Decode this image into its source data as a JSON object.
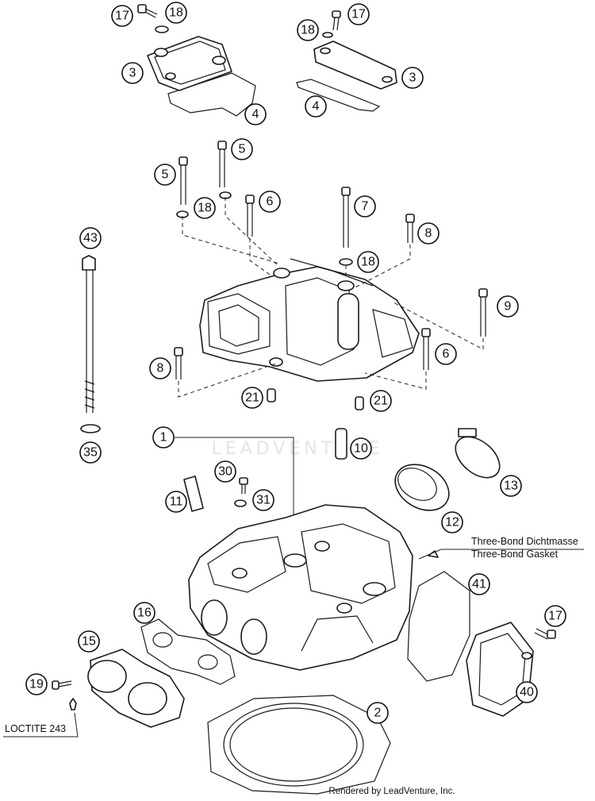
{
  "watermark": "LEADVENTURE",
  "credit": "Rendered by LeadVenture, Inc.",
  "notes": {
    "three_bond_de": "Three-Bond Dichtmasse",
    "three_bond_en": "Three-Bond Gasket",
    "loctite": "LOCTITE 243"
  },
  "callouts": {
    "c17a": "17",
    "c18a": "18",
    "c3a": "3",
    "c4a": "4",
    "c18b": "18",
    "c17b": "17",
    "c3b": "3",
    "c4b": "4",
    "c5a": "5",
    "c5b": "5",
    "c18c": "18",
    "c6a": "6",
    "c7": "7",
    "c8a": "8",
    "c18d": "18",
    "c43": "43",
    "c9": "9",
    "c6b": "6",
    "c8b": "8",
    "c21a": "21",
    "c21b": "21",
    "c1": "1",
    "c10": "10",
    "c35": "35",
    "c30": "30",
    "c31": "31",
    "c11": "11",
    "c12": "12",
    "c13": "13",
    "c41": "41",
    "c16": "16",
    "c15": "15",
    "c17c": "17",
    "c19": "19",
    "c40": "40",
    "c2": "2"
  }
}
